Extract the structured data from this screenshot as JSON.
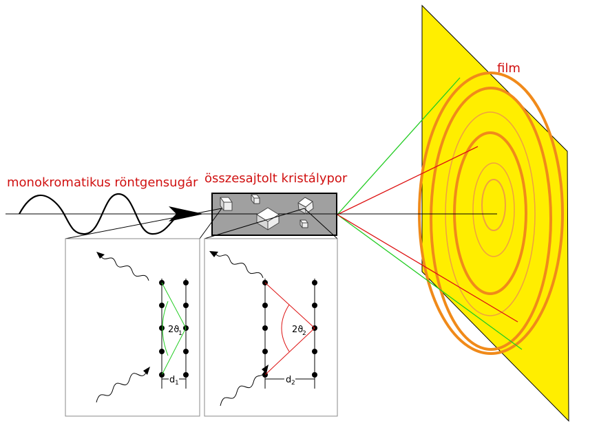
{
  "labels": {
    "beam": "monokromatikus röntgensugár",
    "sample": "összesajtolt kristálypor",
    "film": "film"
  },
  "inset_left": {
    "angle_text": "2ϑ",
    "angle_sub": "1",
    "spacing_text": "d",
    "spacing_sub": "1"
  },
  "inset_right": {
    "angle_text": "2ϑ",
    "angle_sub": "2",
    "spacing_text": "d",
    "spacing_sub": "2"
  },
  "colors": {
    "film": "#ffee00",
    "ring": "#f08a1a",
    "ring_thin": "#f0a040",
    "sample_box": "#a0a0a0",
    "label_red": "#d01010",
    "ray_green": "#22cc22",
    "ray_red": "#dd1111"
  }
}
